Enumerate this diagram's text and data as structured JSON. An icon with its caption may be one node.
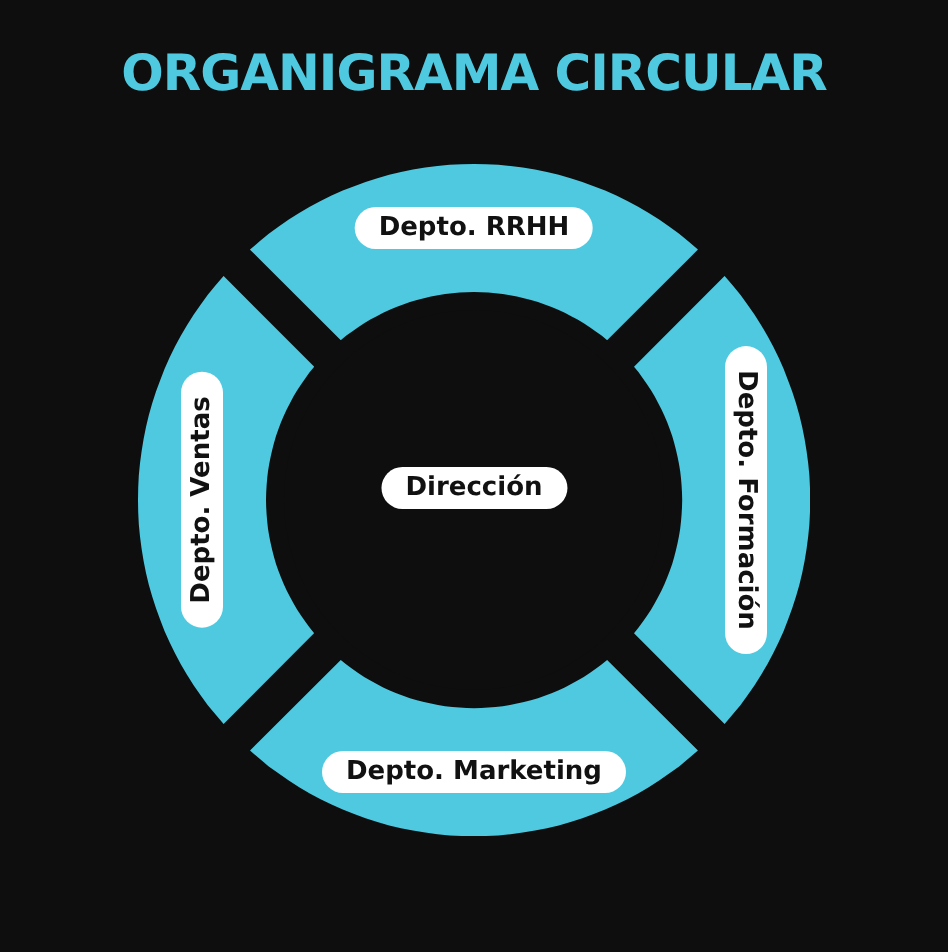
{
  "diagram": {
    "title": "ORGANIGRAMA CIRCULAR",
    "nodes": [
      {
        "text": [
          "Depto. RRHH"
        ]
      },
      {
        "text": [
          "Depto. Ventas"
        ]
      },
      {
        "text": [
          "Dirección"
        ]
      },
      {
        "text": [
          "Depto. Formación"
        ]
      },
      {
        "text": [
          "Depto. Marketing"
        ]
      }
    ]
  }
}
